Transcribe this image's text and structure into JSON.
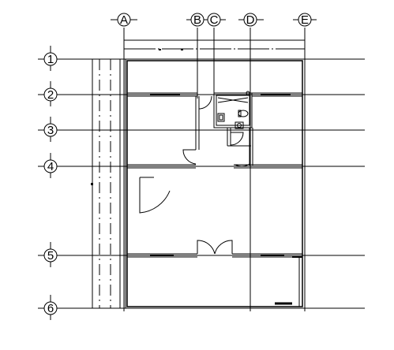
{
  "drawing": {
    "vertical_grid_labels": [
      "A",
      "B",
      "C",
      "D",
      "E"
    ],
    "horizontal_grid_labels": [
      "1",
      "2",
      "3",
      "4",
      "5",
      "6"
    ],
    "line_color": "#000000",
    "background": "#ffffff"
  }
}
